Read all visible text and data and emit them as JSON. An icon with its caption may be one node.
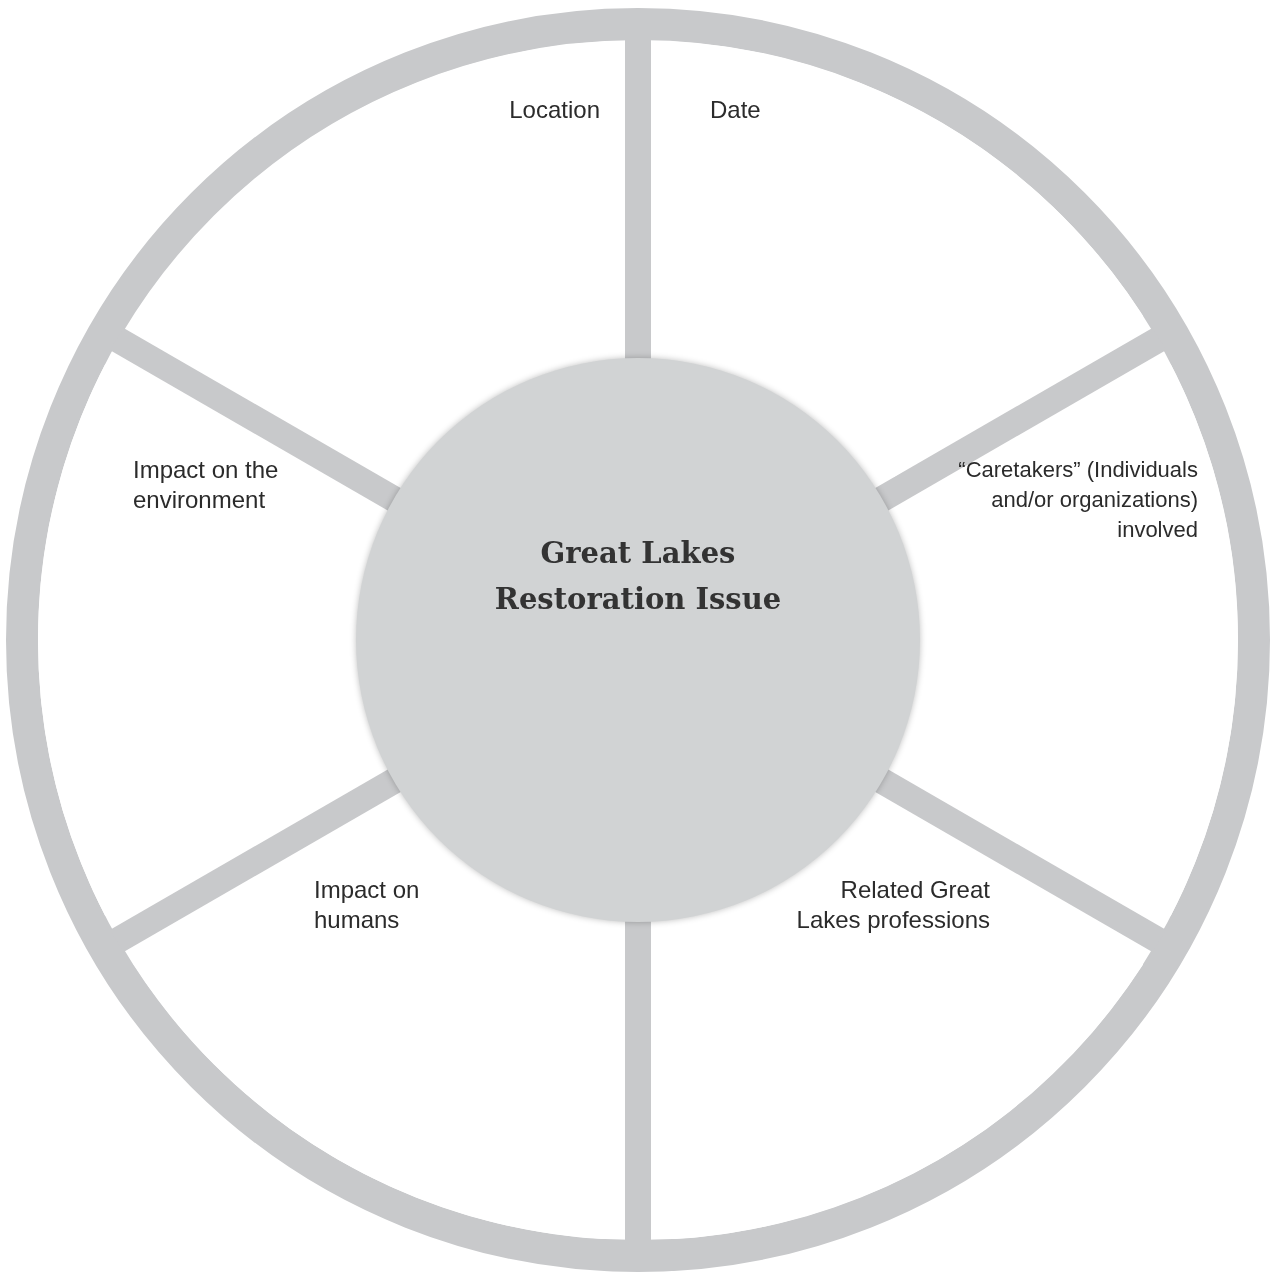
{
  "diagram": {
    "nodes": [
      {
        "text": [
          "Great Lakes Restoration Issue"
        ]
      },
      {
        "text": [
          "Location"
        ]
      },
      {
        "text": [
          "Date"
        ]
      },
      {
        "text": [
          "Impact on the environment"
        ]
      },
      {
        "text": [
          "“Caretakers” (Individuals and/or organizations) involved"
        ]
      },
      {
        "text": [
          "Impact on humans"
        ]
      },
      {
        "text": [
          "Related Great Lakes professions"
        ]
      }
    ]
  }
}
